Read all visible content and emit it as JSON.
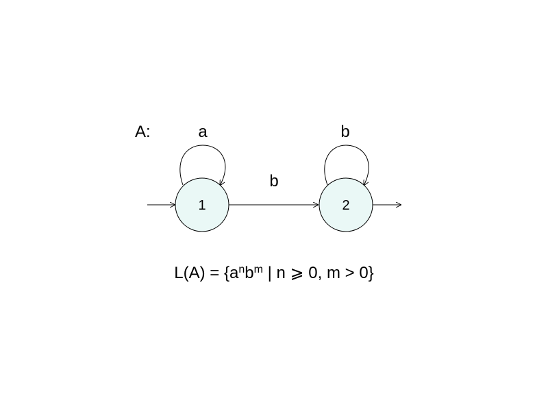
{
  "automaton_name": "A:",
  "colors": {
    "state_fill": "#eaf8f6",
    "stroke": "#000000",
    "text": "#000000"
  },
  "states": [
    {
      "id": "1",
      "label": "1",
      "initial": true,
      "accepting": false
    },
    {
      "id": "2",
      "label": "2",
      "initial": false,
      "accepting": true
    }
  ],
  "transitions": [
    {
      "from": "1",
      "to": "1",
      "label": "a"
    },
    {
      "from": "1",
      "to": "2",
      "label": "b"
    },
    {
      "from": "2",
      "to": "2",
      "label": "b"
    }
  ],
  "language": {
    "prefix": "L(A) = {a",
    "exp_n": "n",
    "mid": "b",
    "exp_m": "m",
    "suffix": " | n ⩾ 0, m > 0}"
  }
}
